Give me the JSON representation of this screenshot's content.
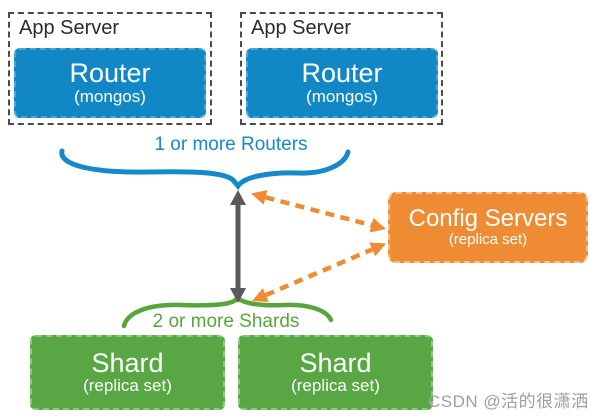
{
  "diagram": {
    "app_servers": [
      {
        "label": "App Server",
        "router": {
          "title": "Router",
          "subtitle": "(mongos)"
        }
      },
      {
        "label": "App Server",
        "router": {
          "title": "Router",
          "subtitle": "(mongos)"
        }
      }
    ],
    "routers_annotation": "1 or more Routers",
    "config_servers": {
      "title": "Config Servers",
      "subtitle": "(replica set)"
    },
    "shards_annotation": "2 or more Shards",
    "shards": [
      {
        "title": "Shard",
        "subtitle": "(replica set)"
      },
      {
        "title": "Shard",
        "subtitle": "(replica set)"
      }
    ],
    "watermark": "CSDN @活的很潇洒",
    "colors": {
      "router_blue": "#1187c6",
      "annotation_blue": "#1689c9",
      "config_orange": "#ef8b32",
      "shard_green": "#58a744",
      "annotation_green": "#57a63d",
      "arrow_gray": "#58595b",
      "dashed_border_gray": "#4b4b4b",
      "watermark_gray": "#9e9e9e"
    }
  }
}
